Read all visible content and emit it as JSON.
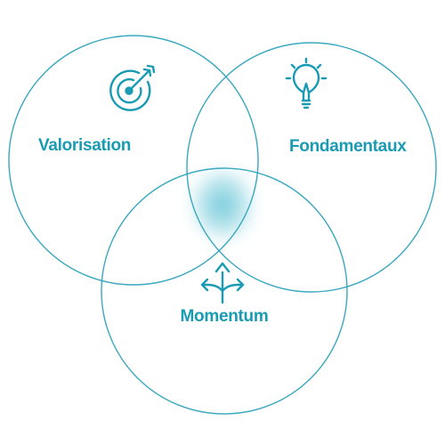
{
  "colors": {
    "accent": "#1a9bb4",
    "circle_stroke": "#3aa8bf",
    "overlap_glow": "#6cc7d8",
    "description_text": "#eef3f5"
  },
  "sets": [
    {
      "title": "Valorisation",
      "icon": "target-icon",
      "description_lines": [
        "",
        ""
      ]
    },
    {
      "title": "Fondamentaux",
      "icon": "lightbulb-icon",
      "description_lines": [
        ""
      ]
    },
    {
      "title": "Momentum",
      "icon": "diverging-arrows-icon",
      "description_lines": [
        "",
        "",
        ""
      ]
    }
  ]
}
